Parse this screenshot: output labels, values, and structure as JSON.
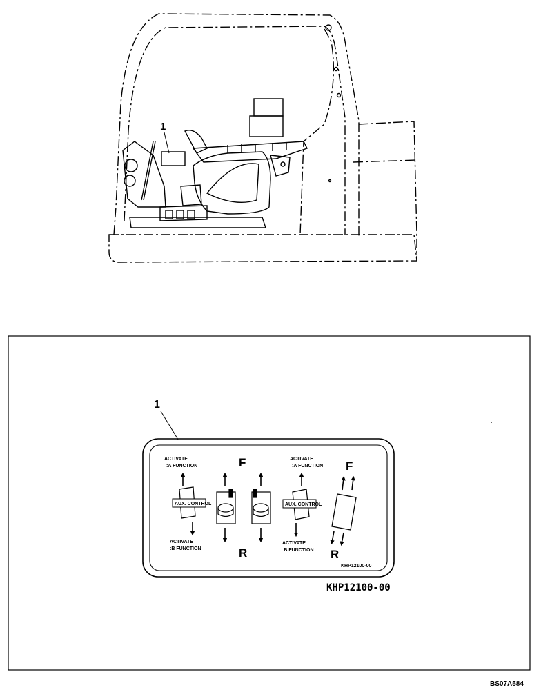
{
  "top_figure": {
    "callout": "1"
  },
  "decal_panel": {
    "callout": "1",
    "decal": {
      "left_activate_a": [
        "ACTIVATE",
        ":A FUNCTION"
      ],
      "left_activate_b": [
        "ACTIVATE",
        ":B FUNCTION"
      ],
      "left_aux_label": "AUX. CONTROL",
      "center_f": "F",
      "center_r": "R",
      "right_activate_a": [
        "ACTIVATE",
        ":A FUNCTION"
      ],
      "right_activate_b": [
        "ACTIVATE",
        ":B FUNCTION"
      ],
      "right_aux_label": "AUX. CONTROL",
      "right_f": "F",
      "right_r": "R",
      "part_number": "KHP12100-00"
    },
    "part_number": "KHP12100-00"
  },
  "figure_code": "BS07A584"
}
